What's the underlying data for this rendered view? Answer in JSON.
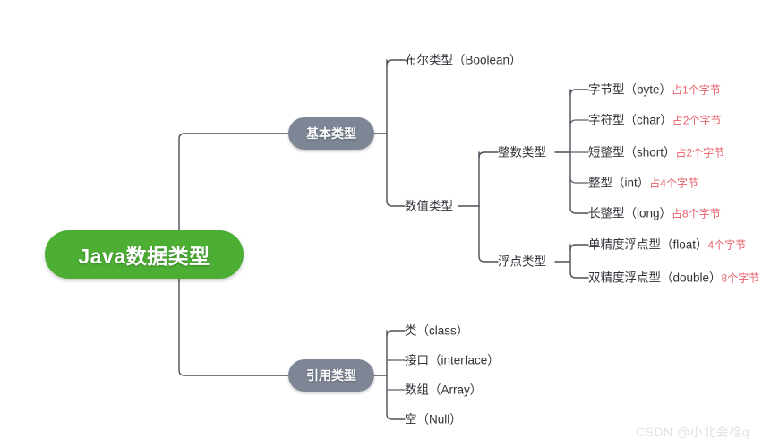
{
  "root": {
    "label": "Java数据类型"
  },
  "branches": [
    {
      "id": "basic",
      "label": "基本类型",
      "children": [
        {
          "id": "boolean",
          "cn": "布尔类型",
          "en": "（Boolean）",
          "note": ""
        },
        {
          "id": "numeric",
          "cn": "数值类型",
          "en": "",
          "note": "",
          "children": [
            {
              "id": "integer",
              "cn": "整数类型",
              "en": "",
              "note": "",
              "children": [
                {
                  "id": "byte",
                  "cn": "字节型",
                  "en": "（byte）",
                  "note": "占1个字节"
                },
                {
                  "id": "char",
                  "cn": "字符型",
                  "en": "（char）",
                  "note": "占2个字节"
                },
                {
                  "id": "short",
                  "cn": "短整型",
                  "en": "（short）",
                  "note": "占2个字节"
                },
                {
                  "id": "int",
                  "cn": "整型",
                  "en": "（int）",
                  "note": "占4个字节"
                },
                {
                  "id": "long",
                  "cn": "长整型",
                  "en": "（long）",
                  "note": "占8个字节"
                }
              ]
            },
            {
              "id": "float-type",
              "cn": "浮点类型",
              "en": "",
              "note": "",
              "children": [
                {
                  "id": "float",
                  "cn": "单精度浮点型",
                  "en": "（float）",
                  "note": "4个字节"
                },
                {
                  "id": "double",
                  "cn": "双精度浮点型",
                  "en": "（double）",
                  "note": "8个字节"
                }
              ]
            }
          ]
        }
      ]
    },
    {
      "id": "reference",
      "label": "引用类型",
      "children": [
        {
          "id": "class",
          "cn": "类",
          "en": "（class）",
          "note": ""
        },
        {
          "id": "interface",
          "cn": "接口",
          "en": "（interface）",
          "note": ""
        },
        {
          "id": "array",
          "cn": "数组",
          "en": "（Array）",
          "note": ""
        },
        {
          "id": "null",
          "cn": "空",
          "en": "（Null）",
          "note": ""
        }
      ]
    }
  ],
  "labels": {
    "boolean": "布尔类型",
    "numeric": "数值类型",
    "integer": "整数类型",
    "floatType": "浮点类型"
  },
  "colors": {
    "root_fill": "#4CAF34",
    "pill_fill": "#7e8696",
    "note_text": "#e8606a",
    "line": "#4a4f57",
    "body_text": "#2f3338",
    "watermark": "#e2e2e2"
  },
  "watermark": {
    "text": "CSDN @小北会栓q"
  }
}
